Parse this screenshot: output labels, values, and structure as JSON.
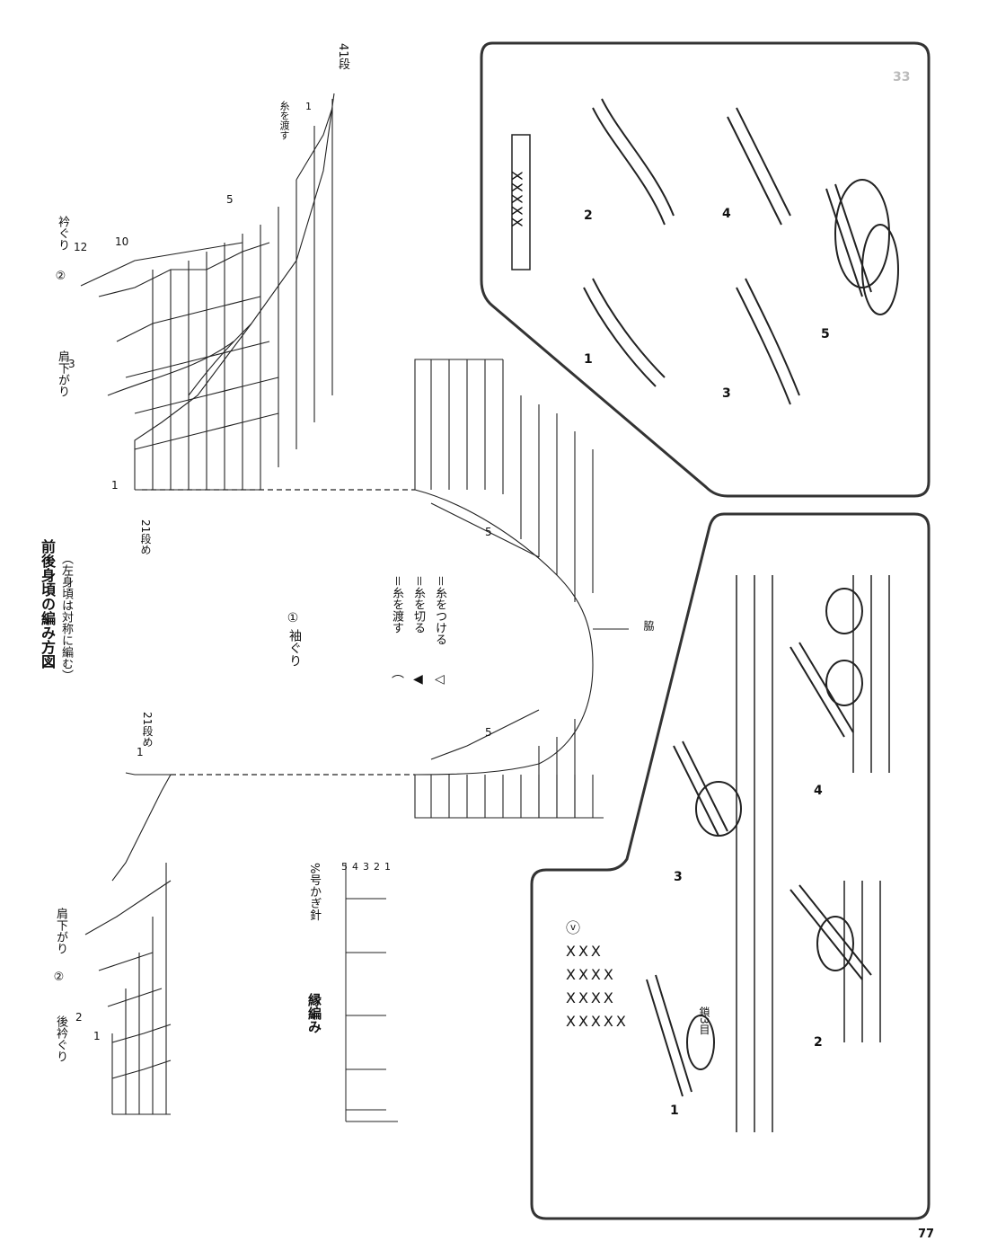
{
  "page_number": "77",
  "corner_mark": "33",
  "title": "前後身頃の編み方図",
  "subtitle": "（左身頃は対称に編む）",
  "legend": {
    "pass_yarn": "＝糸を渡す",
    "cut_yarn": "＝糸を切る",
    "join_yarn": "＝糸をつける"
  },
  "left_chart": {
    "back_neck": "後衿ぐり",
    "marker": "②",
    "shoulder": "肩下がり",
    "row1": "1",
    "row2": "2",
    "row21": "21段め"
  },
  "upper_chart": {
    "front_neck": "衿ぐり",
    "marker": "②",
    "shoulder": "肩下がり",
    "row41": "41段",
    "pass_yarn": "糸を渡す",
    "row1": "1",
    "row3": "3",
    "row5": "5",
    "row10": "10",
    "row12": "12",
    "row21": "21段め"
  },
  "armhole": {
    "marker": "①",
    "label": "袖ぐり",
    "side": "脇",
    "row5a": "5",
    "row5b": "5"
  },
  "edging": {
    "title": "縁編み",
    "hook": "%号かぎ針",
    "rows": [
      "5",
      "4",
      "3",
      "2",
      "1"
    ]
  },
  "chain_symbol": "XXXXX",
  "steps_top": [
    "1",
    "2",
    "3",
    "4",
    "5"
  ],
  "steps_bottom": [
    "1",
    "2",
    "3",
    "4"
  ],
  "chain3": "鎖3目"
}
